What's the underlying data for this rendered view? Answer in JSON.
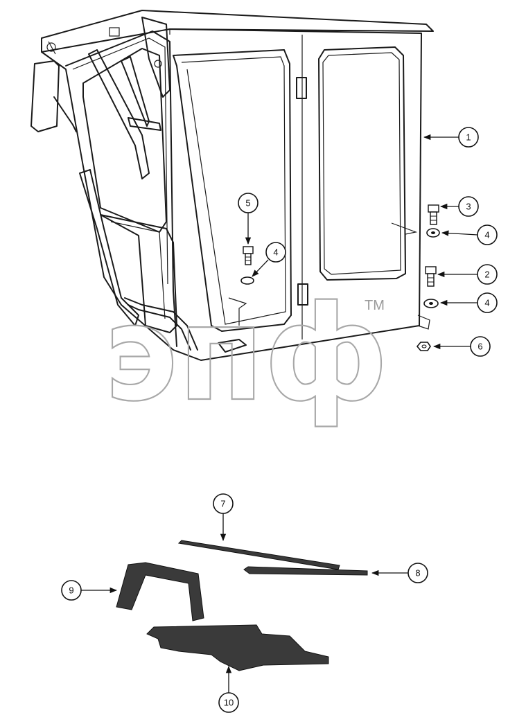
{
  "diagram": {
    "callouts": [
      {
        "id": "c1",
        "label": "1"
      },
      {
        "id": "c2",
        "label": "2"
      },
      {
        "id": "c3",
        "label": "3"
      },
      {
        "id": "c4a",
        "label": "4"
      },
      {
        "id": "c4b",
        "label": "4"
      },
      {
        "id": "c4c",
        "label": "4"
      },
      {
        "id": "c5",
        "label": "5"
      },
      {
        "id": "c6",
        "label": "6"
      },
      {
        "id": "c7",
        "label": "7"
      },
      {
        "id": "c8",
        "label": "8"
      },
      {
        "id": "c9",
        "label": "9"
      },
      {
        "id": "c10",
        "label": "10"
      }
    ],
    "watermark": {
      "text": "эпф",
      "trademark": "TM"
    }
  },
  "colors": {
    "ink": "#111111",
    "watermark": "#a8a8a8",
    "background": "#ffffff"
  }
}
